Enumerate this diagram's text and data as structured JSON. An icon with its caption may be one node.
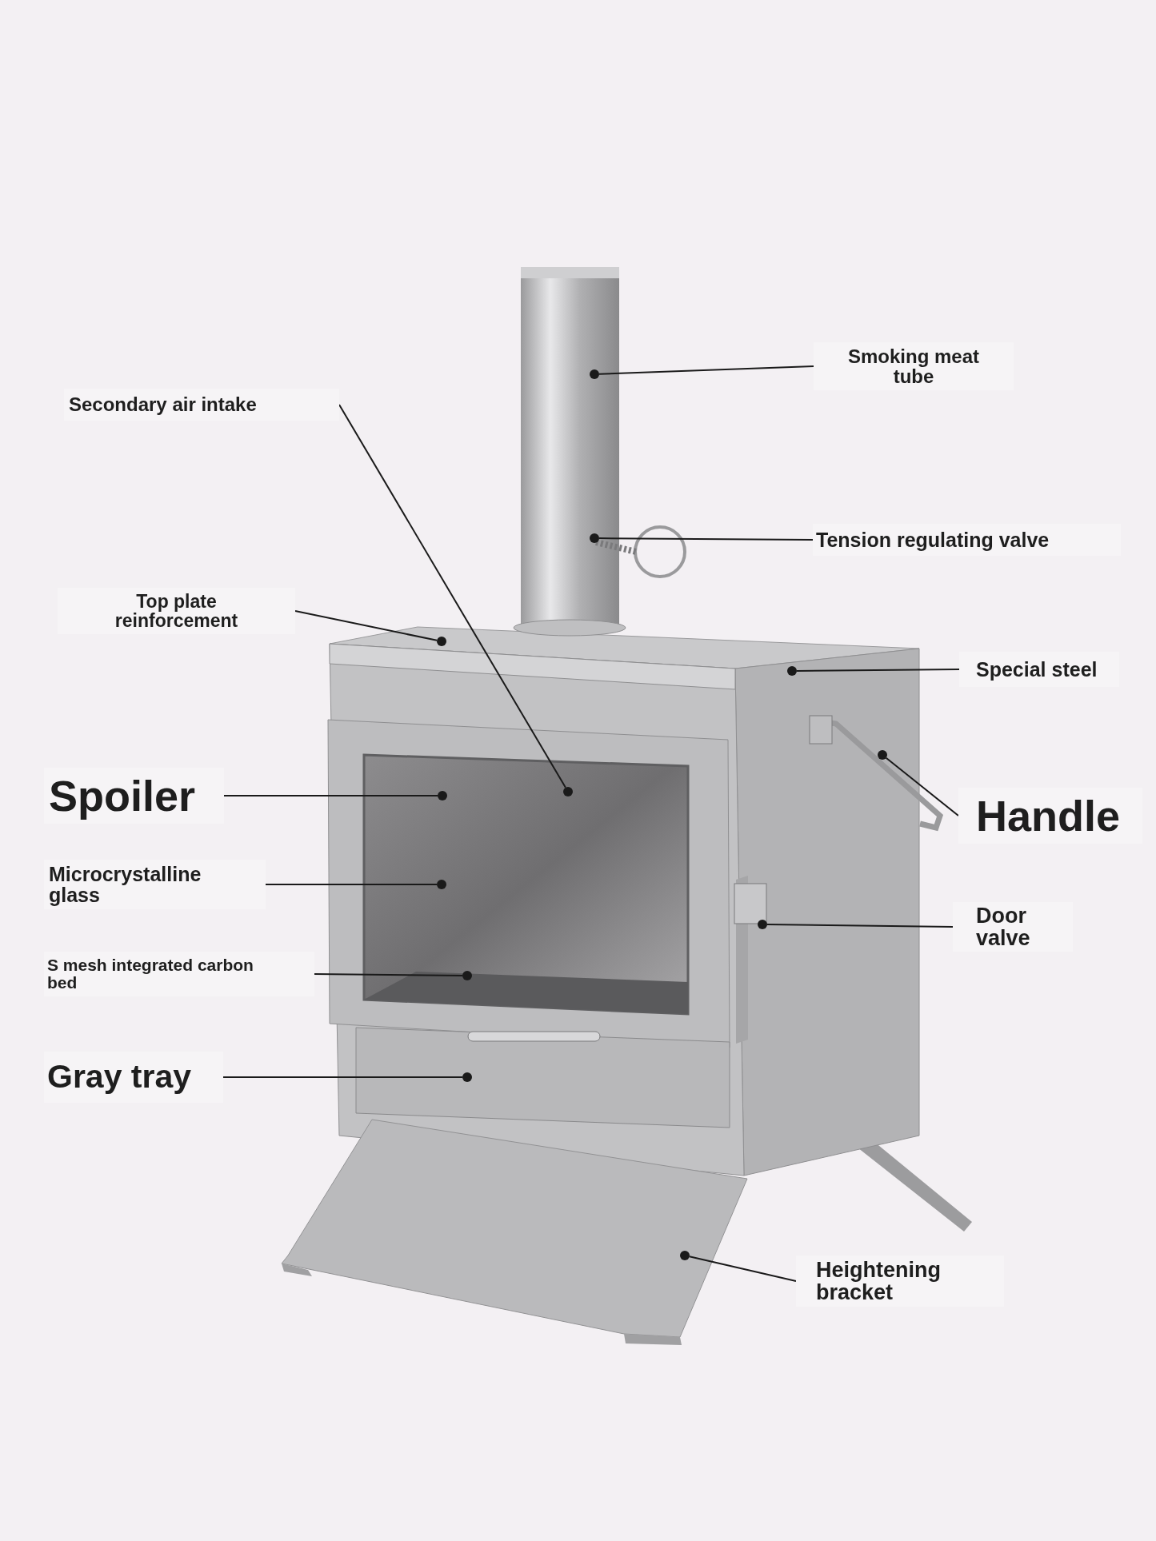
{
  "diagram": {
    "nodes": [
      {
        "text": [
          "Smoking meat tube"
        ]
      },
      {
        "text": [
          "Secondary air intake"
        ]
      },
      {
        "text": [
          "Tension regulating valve"
        ]
      },
      {
        "text": [
          "Top plate reinforcement"
        ]
      },
      {
        "text": [
          "Special steel"
        ]
      },
      {
        "text": [
          "Spoiler"
        ]
      },
      {
        "text": [
          "Handle"
        ]
      },
      {
        "text": [
          "Microcrystalline glass"
        ]
      },
      {
        "text": [
          "Door valve"
        ]
      },
      {
        "text": [
          "S mesh integrated carbon bed"
        ]
      },
      {
        "text": [
          "Gray tray"
        ]
      },
      {
        "text": [
          "Heightening bracket"
        ]
      },
      {
        "text": [],
        "shape": "circle"
      },
      {
        "text": [],
        "shape": "circle"
      },
      {
        "text": [],
        "shape": "circle"
      },
      {
        "text": [],
        "shape": "circle"
      },
      {
        "text": [],
        "shape": "circle"
      },
      {
        "text": [],
        "shape": "circle"
      },
      {
        "text": [],
        "shape": "circle"
      },
      {
        "text": [],
        "shape": "circle"
      },
      {
        "text": [],
        "shape": "circle"
      },
      {
        "text": [],
        "shape": "circle"
      },
      {
        "text": [],
        "shape": "circle"
      },
      {
        "text": [],
        "shape": "circle"
      }
    ],
    "edges": [
      {
        "from": 0,
        "to": 12,
        "arrow": "none"
      },
      {
        "from": 1,
        "to": 13,
        "arrow": "none"
      },
      {
        "from": 2,
        "to": 14,
        "arrow": "none"
      },
      {
        "from": 3,
        "to": 15,
        "arrow": "none"
      },
      {
        "from": 4,
        "to": 16,
        "arrow": "none"
      },
      {
        "from": 5,
        "to": 17,
        "arrow": "none"
      },
      {
        "from": 6,
        "to": 18,
        "arrow": "none"
      },
      {
        "from": 7,
        "to": 19,
        "arrow": "none"
      },
      {
        "from": 8,
        "to": 20,
        "arrow": "none"
      },
      {
        "from": 9,
        "to": 21,
        "arrow": "none"
      },
      {
        "from": 10,
        "to": 22,
        "arrow": "none"
      },
      {
        "from": 11,
        "to": 23,
        "arrow": "none"
      }
    ]
  }
}
